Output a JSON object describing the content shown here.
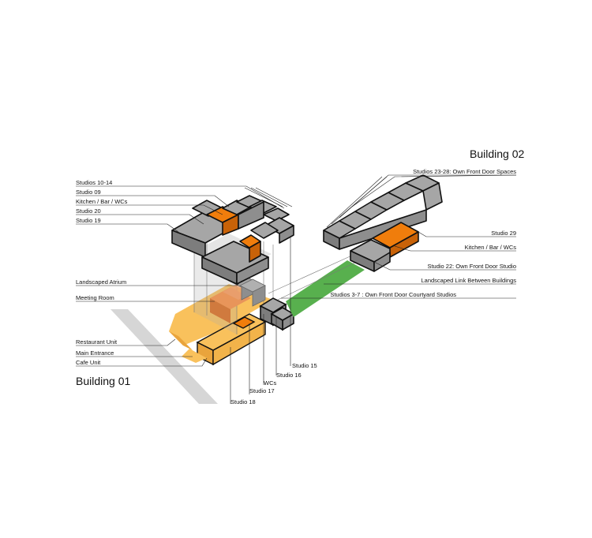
{
  "titles": {
    "building_01": "Building 01",
    "building_02": "Building 02"
  },
  "labels_left": [
    "Studios 10-14",
    "Studio 09",
    "Kitchen / Bar / WCs",
    "Studio 20",
    "Studio 19",
    "Landscaped Atrium",
    "Meeting Room",
    "Restaurant Unit",
    "Main Entrance",
    "Cafe Unit"
  ],
  "labels_right": [
    "Studios 23-28: Own Front Door Spaces",
    "Studio 29",
    "Kitchen / Bar / WCs",
    "Studio 22: Own Front Door Studio",
    "Landscaped Link Between Buildings",
    "Studios 3-7 : Own Front Door Courtyard Studios"
  ],
  "labels_bottom": [
    "Studio 15",
    "Studio 16",
    "WCs",
    "Studio 17",
    "Studio 18"
  ],
  "colors": {
    "gray_top": "#a6a6a6",
    "gray_side": "#7d7d7d",
    "orange": "#f07d0c",
    "orange_dark": "#c86208",
    "yellow": "#f9c15c",
    "yellow_dark": "#e9a43c",
    "green": "#58b04e",
    "road": "#d6d6d6"
  }
}
